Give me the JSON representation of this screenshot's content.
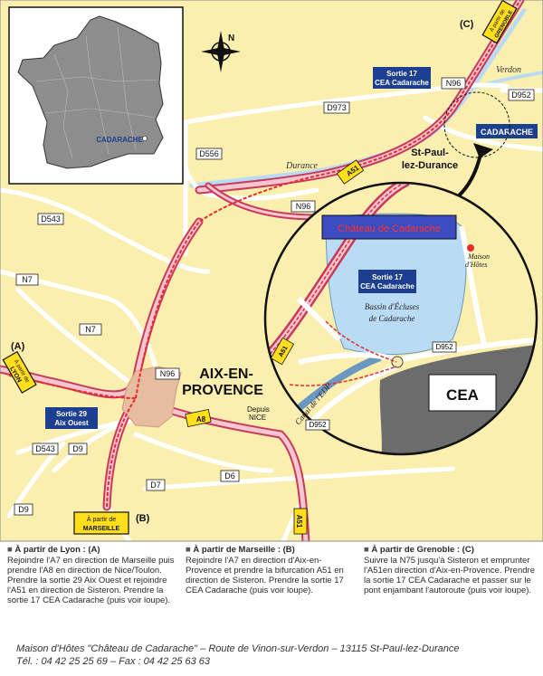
{
  "labels": {
    "compass": "N",
    "cadarache_inset": "CADARACHE",
    "city_main_1": "AIX-EN-",
    "city_main_2": "PROVENCE",
    "stpaul_1": "St-Paul-",
    "stpaul_2": "lez-Durance",
    "cadarache_badge": "CADARACHE",
    "durance": "Durance",
    "verdon": "Verdon",
    "depuis_1": "Depuis",
    "depuis_2": "NICE",
    "basin_1": "Bassin d'Écluses",
    "basin_2": "de Cadarache",
    "canal": "Canal de l'EDF",
    "maison_1": "Maison",
    "maison_2": "d'Hôtes",
    "chateau": "Château de Cadarache",
    "cea": "CEA"
  },
  "roads": {
    "D973": "D973",
    "D556": "D556",
    "D543": "D543",
    "D543b": "D543",
    "N7a": "N7",
    "N7b": "N7",
    "N96a": "N96",
    "N96b": "N96",
    "N96c": "N96",
    "D952a": "D952",
    "D952b": "D952",
    "D952c": "D952",
    "D9a": "D9",
    "D9b": "D9",
    "D7": "D7",
    "D6": "D6",
    "A8": "A8",
    "A51a": "A51",
    "A51b": "A51",
    "A51c": "A51"
  },
  "exits": {
    "exit17_top_1": "Sortie 17",
    "exit17_top_2": "CEA Cadarache",
    "exit17_zoom_1": "Sortie 17",
    "exit17_zoom_2": "CEA Cadarache",
    "exit29_1": "Sortie 29",
    "exit29_2": "Aix Ouest"
  },
  "markers": {
    "a_label": "(A)",
    "a_sign_1": "À partir de",
    "a_sign_2": "LYON",
    "b_label": "(B)",
    "b_sign_1": "À partir de",
    "b_sign_2": "MARSEILLE",
    "c_label": "(C)",
    "c_sign_1": "À partir de",
    "c_sign_2": "GRENOBLE"
  },
  "legend": {
    "lyon_title": "À partir de Lyon : (A)",
    "lyon_text": "Rejoindre l'A7 en direction de Marseille puis prendre l'A8 en direction de Nice/Toulon. Prendre la sortie 29 Aix Ouest et rejoindre l'A51 en direction de Sisteron. Prendre la sortie 17 CEA Cadarache (puis voir loupe).",
    "marseille_title": "À partir de Marseille : (B)",
    "marseille_text": "Rejoindre l'A7 en direction d'Aix-en-Provence et prendre la bifurcation A51 en direction de Sisteron. Prendre la sortie 17 CEA Cadarache (puis voir loupe).",
    "grenoble_title": "À partir de Grenoble : (C)",
    "grenoble_text": "Suivre la N75 jusqu'à Sisteron et emprunter l'A51en direction d'Aix-en-Provence. Prendre la sortie 17 CEA Cadarache et passer sur le pont enjambant l'autoroute (puis voir loupe)."
  },
  "footer": {
    "line1": "Maison d'Hôtes \"Château de Cadarache\" – Route de Vinon-sur-Verdon – 13115 St-Paul-lez-Durance",
    "line2": "Tél. : 04 42 25 25 69 – Fax : 04 42 25 63 63"
  },
  "colors": {
    "land": "#fbefb0",
    "highway": "#e8a7b8",
    "road": "#ffffff",
    "water": "#b9dbf3",
    "exit_box": "#1d3f8f",
    "route_red": "#ea2b2b",
    "cea_zone": "#6c6c6c",
    "chateau_box": "#3b4cc0",
    "sign_yellow": "#ffdf1c"
  }
}
